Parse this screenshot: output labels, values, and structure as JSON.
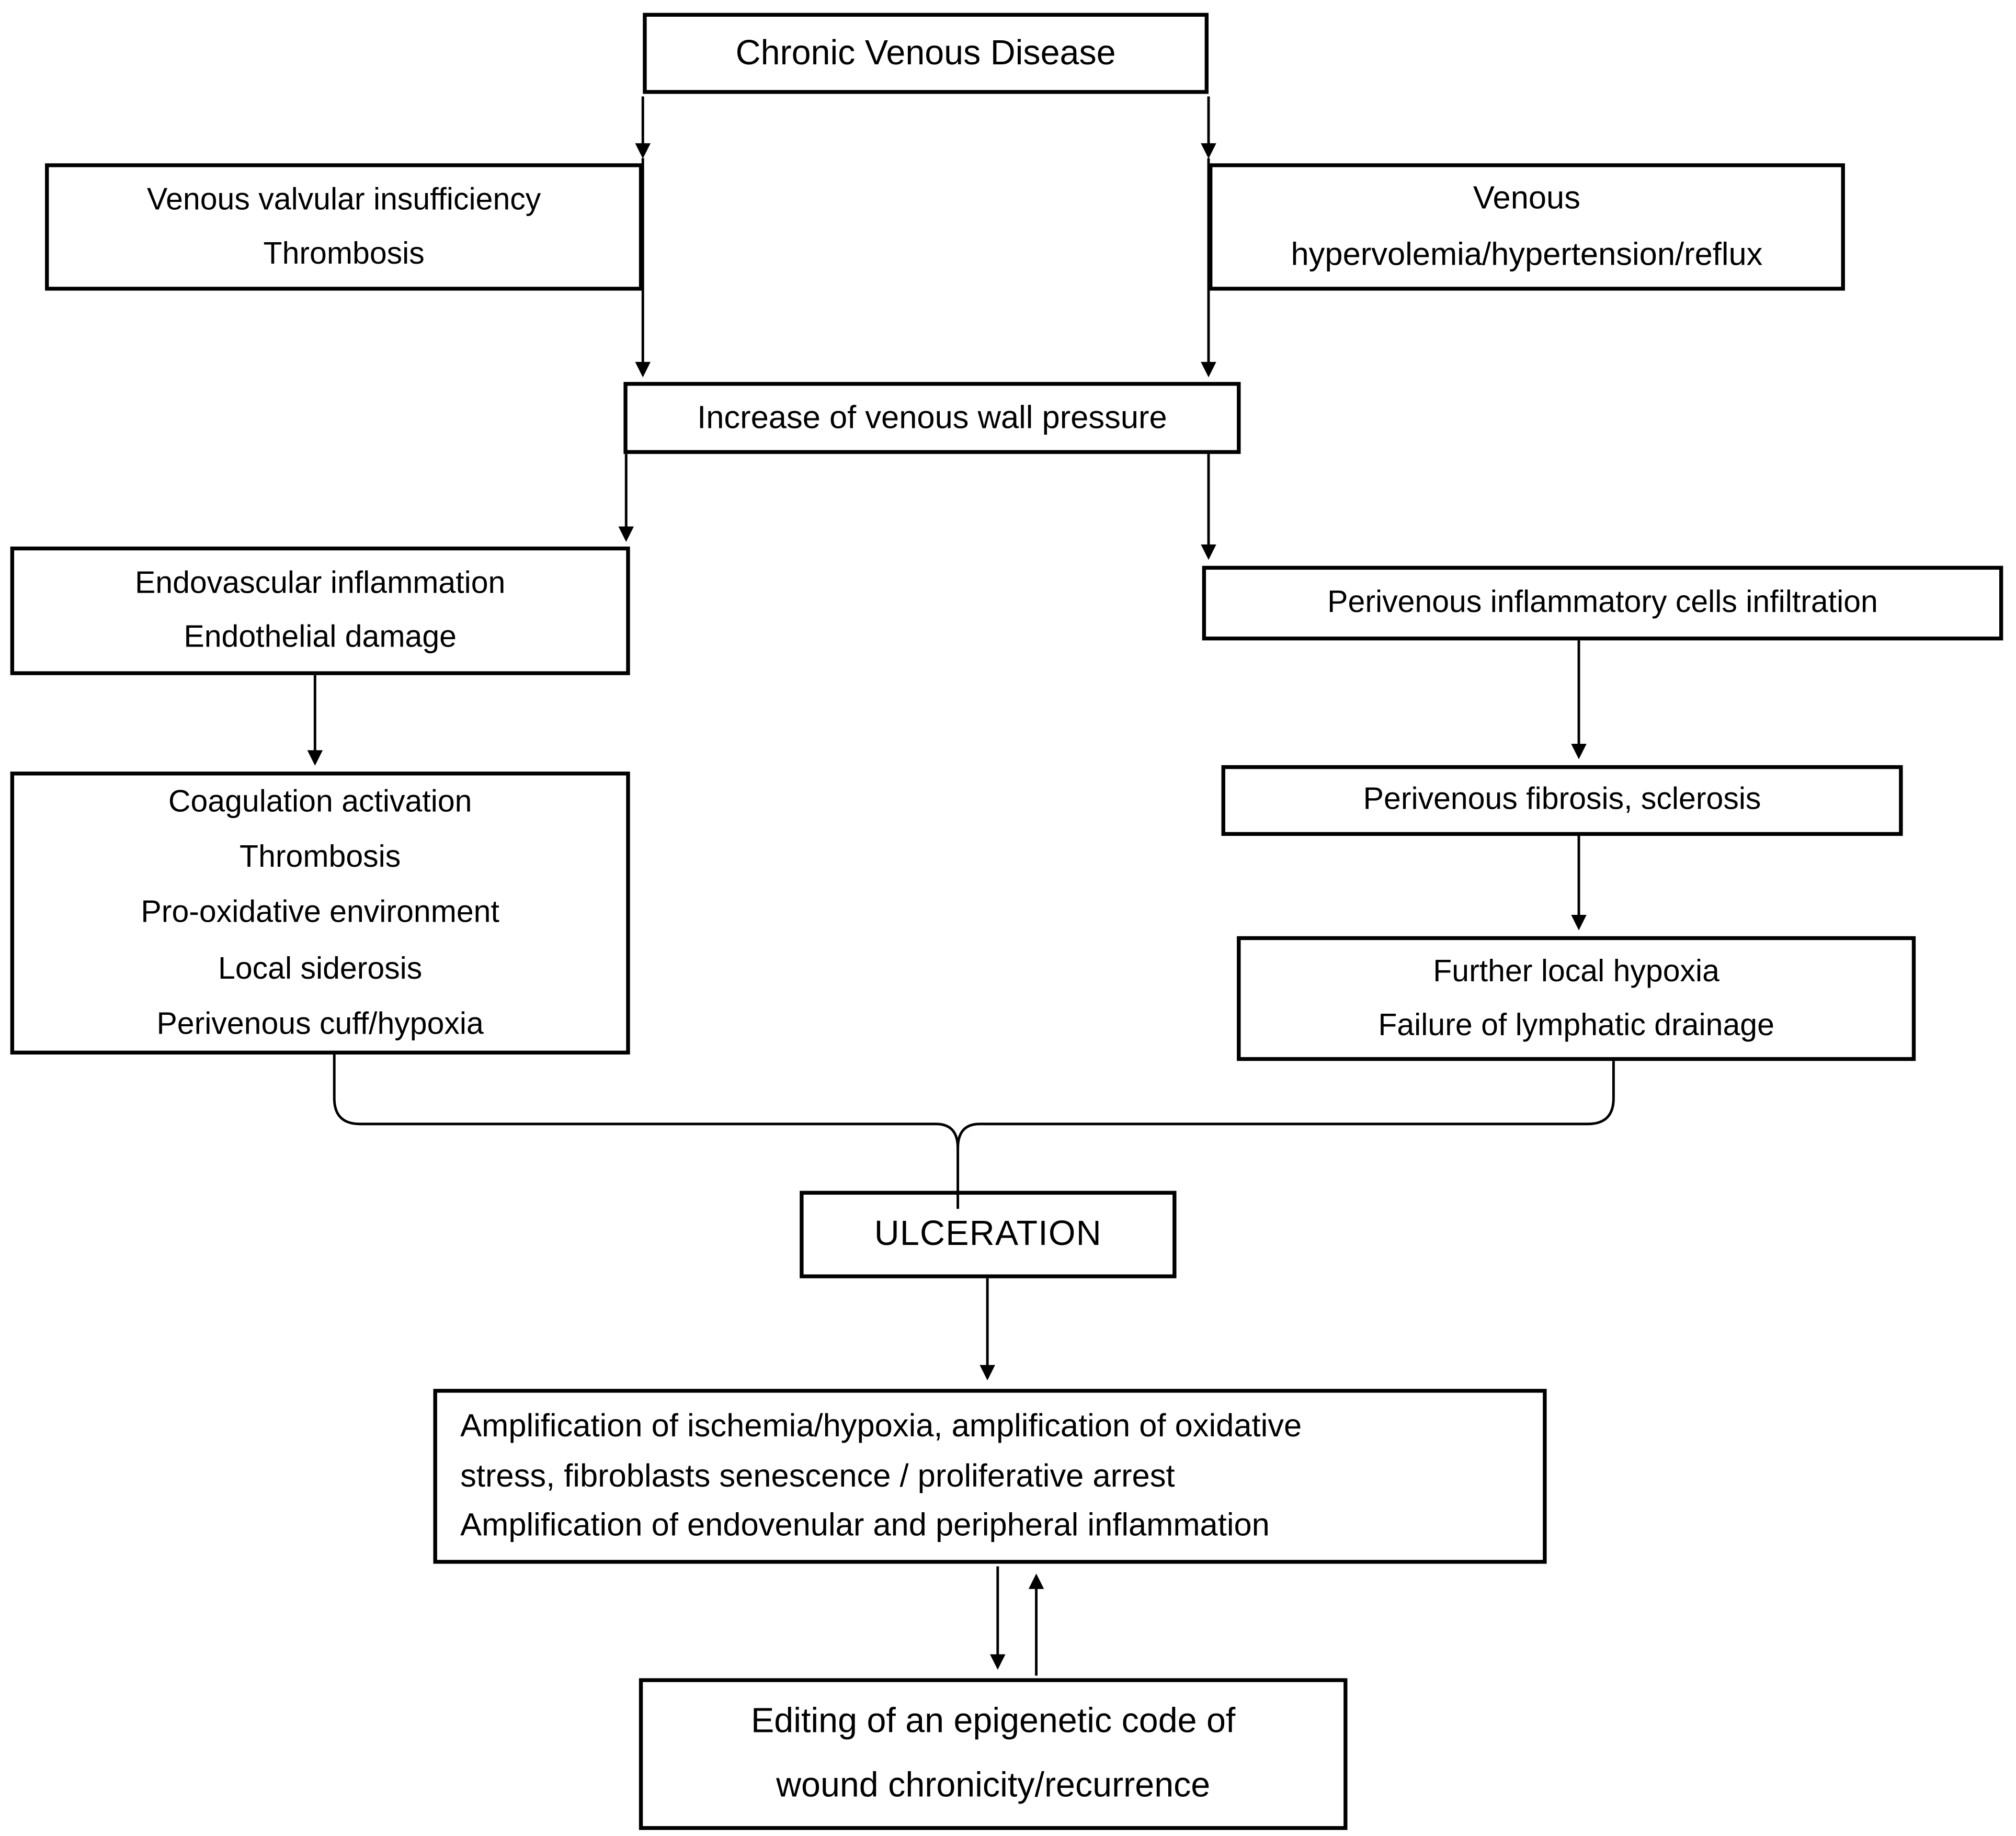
{
  "diagram": {
    "title": "Chronic Venous Disease pathophysiology flowchart",
    "colors": {
      "background": "#ffffff",
      "box_background": "#ffffff",
      "box_border": "#000000",
      "line": "#000000",
      "text": "#000000"
    },
    "nodes": {
      "cvd": {
        "lines": [
          "Chronic Venous Disease"
        ]
      },
      "valvular": {
        "lines": [
          "Venous valvular insufficiency",
          "Thrombosis"
        ]
      },
      "hypervolemia": {
        "lines": [
          "Venous",
          "hypervolemia/hypertension/reflux"
        ]
      },
      "wallpressure": {
        "lines": [
          "Increase of venous wall pressure"
        ]
      },
      "endovascular": {
        "lines": [
          "Endovascular inflammation",
          "Endothelial damage"
        ]
      },
      "infiltration": {
        "lines": [
          "Perivenous inflammatory cells infiltration"
        ]
      },
      "coagulation": {
        "lines": [
          "Coagulation activation",
          "Thrombosis",
          "Pro-oxidative environment",
          "Local siderosis",
          "Perivenous cuff/hypoxia"
        ]
      },
      "fibrosis": {
        "lines": [
          "Perivenous fibrosis, sclerosis"
        ]
      },
      "hypoxia": {
        "lines": [
          "Further local hypoxia",
          "Failure of lymphatic drainage"
        ]
      },
      "ulceration": {
        "lines": [
          "ULCERATION"
        ]
      },
      "amplification": {
        "lines": [
          "Amplification of ischemia/hypoxia, amplification of oxidative",
          "stress, fibroblasts senescence / proliferative arrest",
          "Amplification of endovenular and peripheral inflammation"
        ]
      },
      "editing": {
        "lines": [
          "Editing of an epigenetic code of",
          "wound chronicity/recurrence"
        ]
      }
    },
    "edges": [
      "cvd -> valvular",
      "cvd -> hypervolemia",
      "valvular -> wallpressure",
      "hypervolemia -> wallpressure",
      "wallpressure -> endovascular",
      "wallpressure -> infiltration",
      "endovascular -> coagulation",
      "infiltration -> fibrosis",
      "fibrosis -> hypoxia",
      "coagulation + hypoxia -> ulceration",
      "ulceration -> amplification",
      "amplification <-> editing"
    ]
  }
}
